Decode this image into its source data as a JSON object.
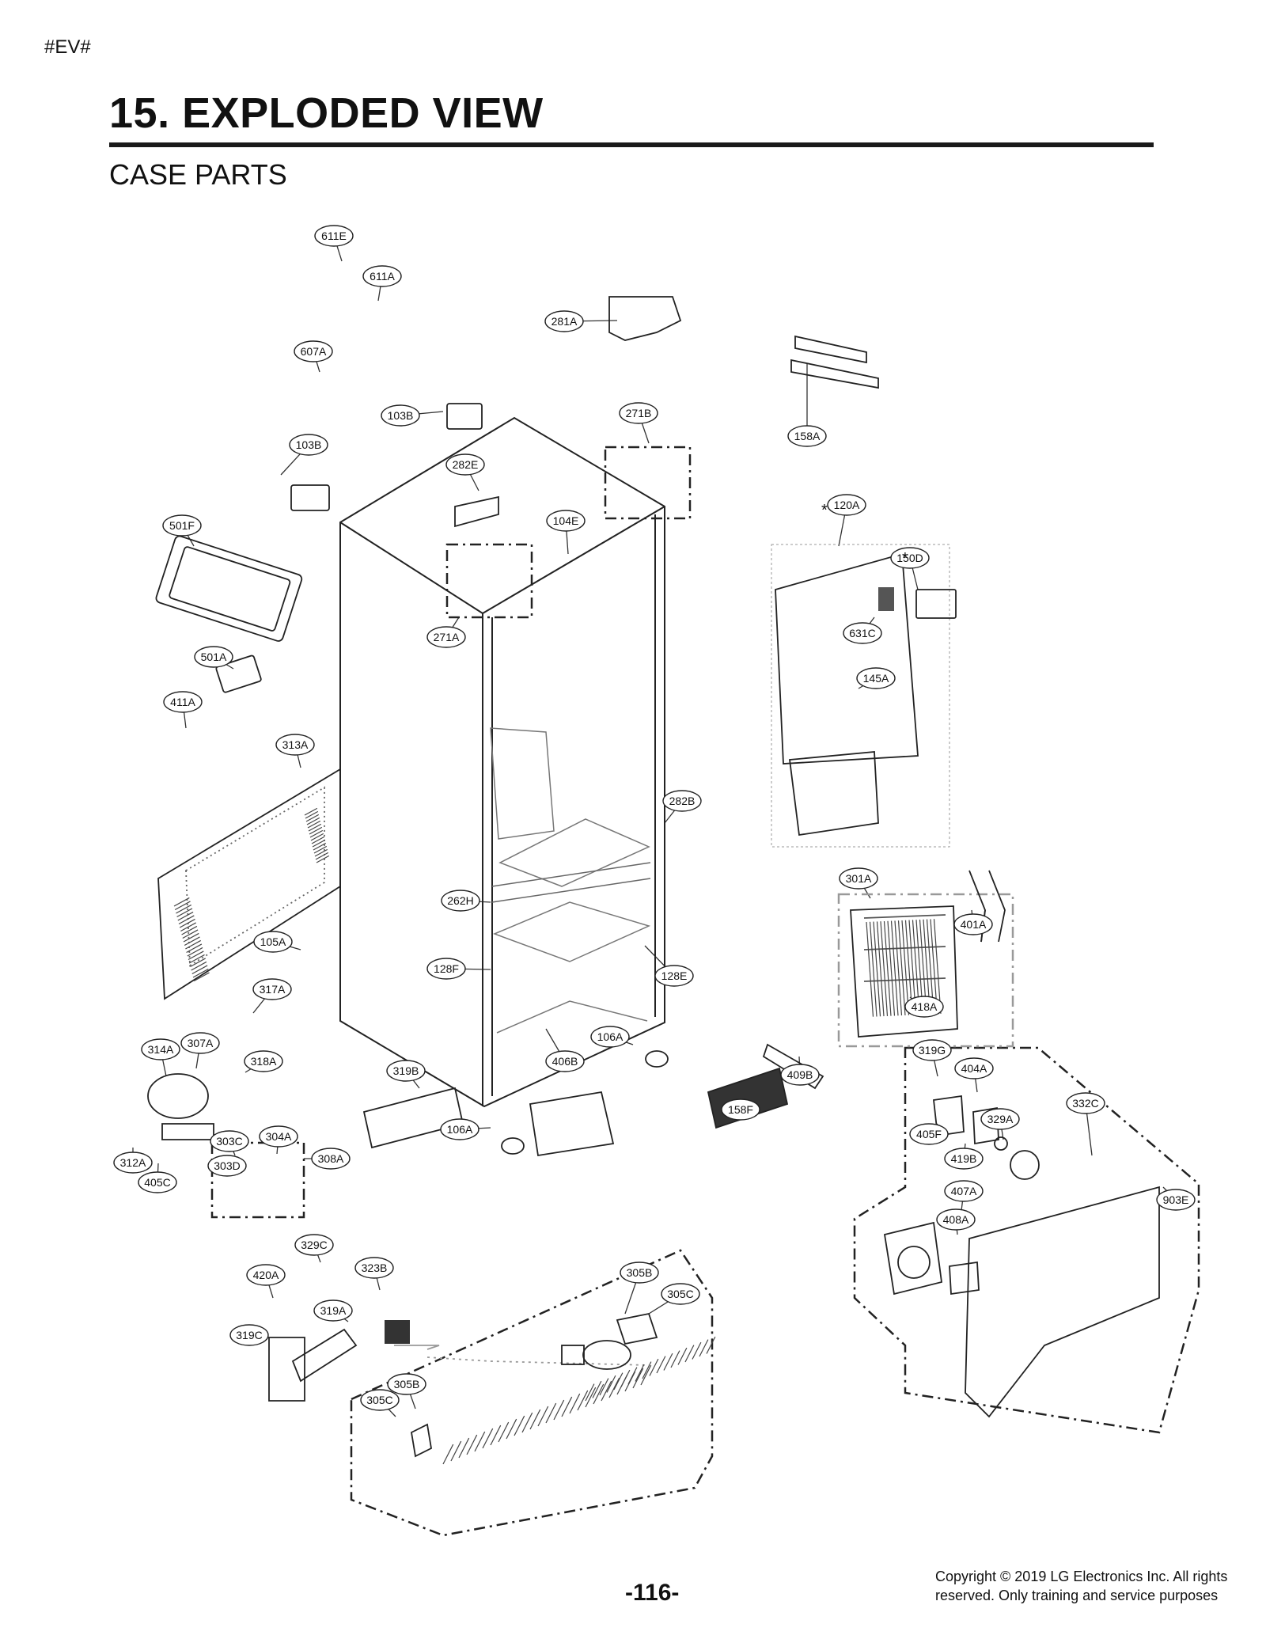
{
  "header": {
    "tag": "#EV#",
    "title": "15. EXPLODED VIEW",
    "subtitle": "CASE PARTS"
  },
  "footer": {
    "page_number": "-116-",
    "copyright": "Copyright © 2019 LG Electronics Inc. All rights reserved. Only training and service purposes"
  },
  "parts": [
    "611E",
    "611A",
    "281A",
    "158A",
    "607A",
    "103B",
    "103B",
    "271B",
    "282E",
    "104E",
    "120A",
    "150D",
    "501F",
    "271A",
    "631C",
    "145A",
    "501A",
    "411A",
    "313A",
    "282B",
    "301A",
    "401A",
    "262H",
    "105A",
    "128F",
    "128E",
    "418A",
    "317A",
    "106A",
    "314A",
    "307A",
    "318A",
    "406B",
    "319B",
    "409B",
    "158F",
    "319G",
    "404A",
    "332C",
    "304A",
    "303C",
    "303D",
    "308A",
    "106A",
    "405F",
    "329A",
    "419B",
    "312A",
    "405C",
    "407A",
    "903E",
    "408A",
    "329C",
    "323B",
    "420A",
    "305B",
    "305C",
    "319A",
    "319C",
    "305B",
    "305C"
  ],
  "marks": {
    "asterisk": "*"
  }
}
